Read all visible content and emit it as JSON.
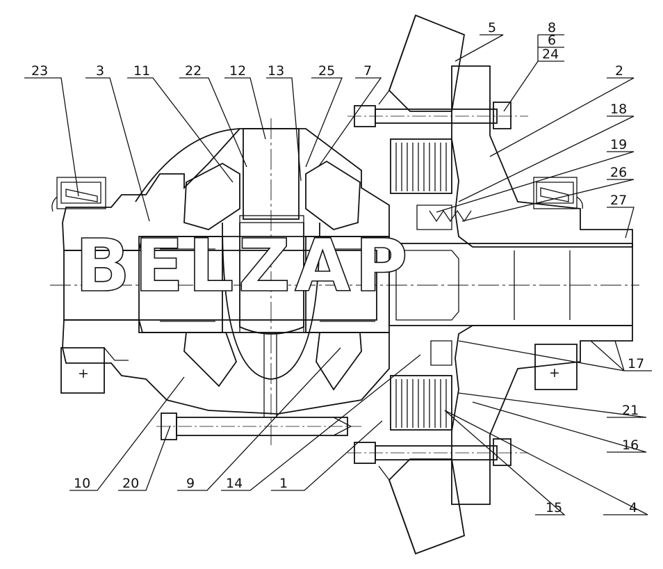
{
  "watermark": "BELZAP",
  "callouts": {
    "c1": "1",
    "c2": "2",
    "c3": "3",
    "c4": "4",
    "c5": "5",
    "c6": "6",
    "c7": "7",
    "c8": "8",
    "c9": "9",
    "c10": "10",
    "c11": "11",
    "c12": "12",
    "c13": "13",
    "c14": "14",
    "c15": "15",
    "c16": "16",
    "c17": "17",
    "c18": "18",
    "c19": "19",
    "c20": "20",
    "c21": "21",
    "c22": "22",
    "c23": "23",
    "c24": "24",
    "c25": "25",
    "c26": "26",
    "c27": "27"
  }
}
